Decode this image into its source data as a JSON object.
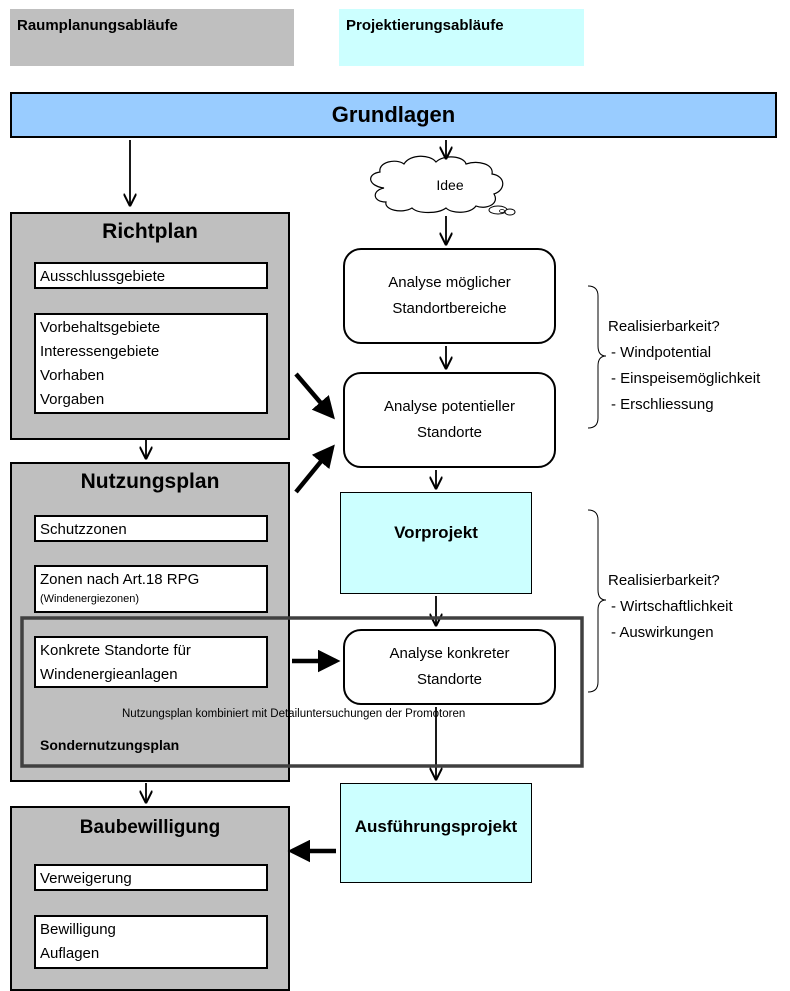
{
  "legend": {
    "spatial_planning": "Raumplanungsabläufe",
    "project_planning": "Projektierungsabläufe"
  },
  "banner": {
    "title": "Grundlagen"
  },
  "cloud": {
    "label": "Idee"
  },
  "richtplan": {
    "title": "Richtplan",
    "box1": "Ausschlussgebiete",
    "box2": [
      "Vorbehaltsgebiete",
      "Interessengebiete",
      "Vorhaben",
      "Vorgaben"
    ]
  },
  "nutzungsplan": {
    "title": "Nutzungsplan",
    "box1": "Schutzzonen",
    "box2_main": "Zonen nach Art.18 RPG",
    "box2_sub": "(Windenergiezonen)",
    "box3": [
      "Konkrete Standorte für",
      "Windenergieanlagen"
    ],
    "sondernutzungsplan": "Sondernutzungsplan",
    "combined_caption": "Nutzungsplan kombiniert mit Detailuntersuchungen der Promotoren"
  },
  "baubewilligung": {
    "title": "Baubewilligung",
    "box1": "Verweigerung",
    "box2": [
      "Bewilligung",
      "Auflagen"
    ]
  },
  "project": {
    "analysis_areas": [
      "Analyse möglicher",
      "Standortbereiche"
    ],
    "analysis_potential": [
      "Analyse potentieller",
      "Standorte"
    ],
    "vorprojekt": "Vorprojekt",
    "analysis_concrete": [
      "Analyse konkreter",
      "Standorte"
    ],
    "ausfuehrung": "Ausführungsprojekt"
  },
  "feasibility1": {
    "title": "Realisierbarkeit?",
    "items": [
      "- Windpotential",
      "- Einspeisemöglichkeit",
      "- Erschliessung"
    ]
  },
  "feasibility2": {
    "title": "Realisierbarkeit?",
    "items": [
      "- Wirtschaftlichkeit",
      "- Auswirkungen"
    ]
  },
  "colors": {
    "gray": "#bfbfbf",
    "cyan": "#ccffff",
    "banner_blue": "#99ccff",
    "frame": "#404040"
  }
}
